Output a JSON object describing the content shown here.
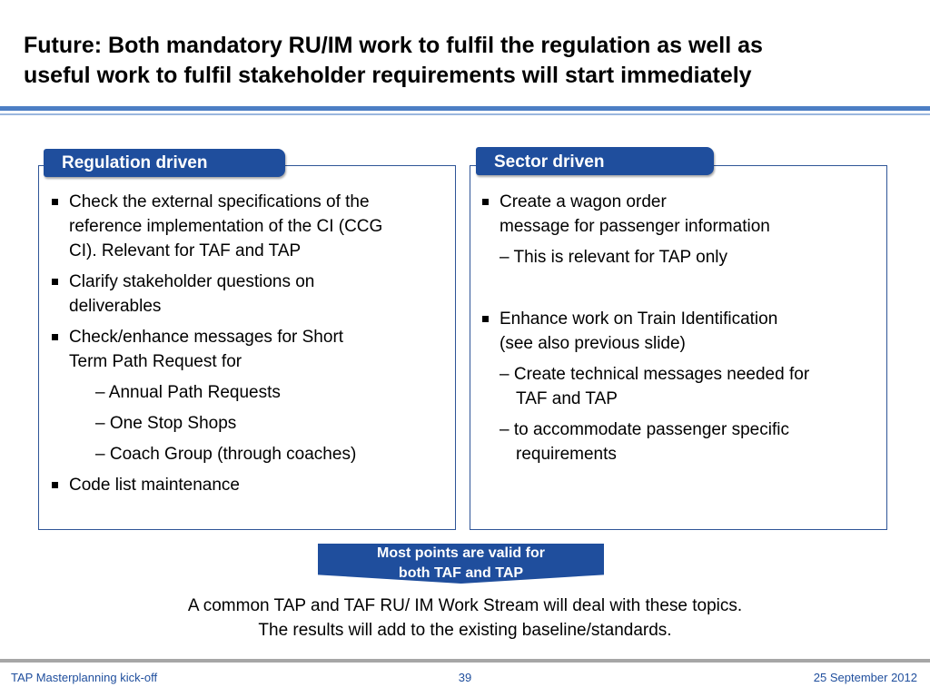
{
  "slide": {
    "title_line1": "Future: Both mandatory RU/IM work to fulfil the regulation as well as",
    "title_line2": "useful work to fulfil stakeholder requirements will start immediately"
  },
  "left_panel": {
    "tab": "Regulation driven",
    "b1_l1": "Check the external specifications of the",
    "b1_l2": "reference implementation of the CI (CCG",
    "b1_l3": "CI). Relevant for TAF and TAP",
    "b2_l1": "Clarify stakeholder questions on",
    "b2_l2": "deliverables",
    "b3_l1": "Check/enhance messages for Short",
    "b3_l2": "Term Path Request for",
    "sub1": "– Annual Path Requests",
    "sub2": "– One Stop Shops",
    "sub3": "– Coach Group (through coaches)",
    "b4_l1": "Code list maintenance"
  },
  "right_panel": {
    "tab": "Sector driven",
    "b1_l1": "Create a wagon order",
    "b1_l2": "message for passenger information",
    "b1_sub1": "– This is relevant for TAP only",
    "b2_l1": "Enhance work on Train Identification",
    "b2_l2": "(see also previous slide)",
    "b2_sub1_l1": "– Create technical messages needed for",
    "b2_sub1_l2": "TAF and TAP",
    "b2_sub2_l1": "– to accommodate passenger specific",
    "b2_sub2_l2": "requirements"
  },
  "callout": {
    "line1": "Most points are valid for",
    "line2": "both TAF and TAP"
  },
  "summary": {
    "line1": "A common TAP and TAF RU/ IM Work Stream will deal with these topics.",
    "line2": "The results will add to the existing baseline/standards."
  },
  "footer": {
    "left": "TAP Masterplanning kick-off",
    "page": "39",
    "date": "25 September 2012"
  },
  "colors": {
    "accent": "#1f4e9d",
    "rule": "#4c7ec4",
    "footer_rule": "#a6a6a6"
  }
}
